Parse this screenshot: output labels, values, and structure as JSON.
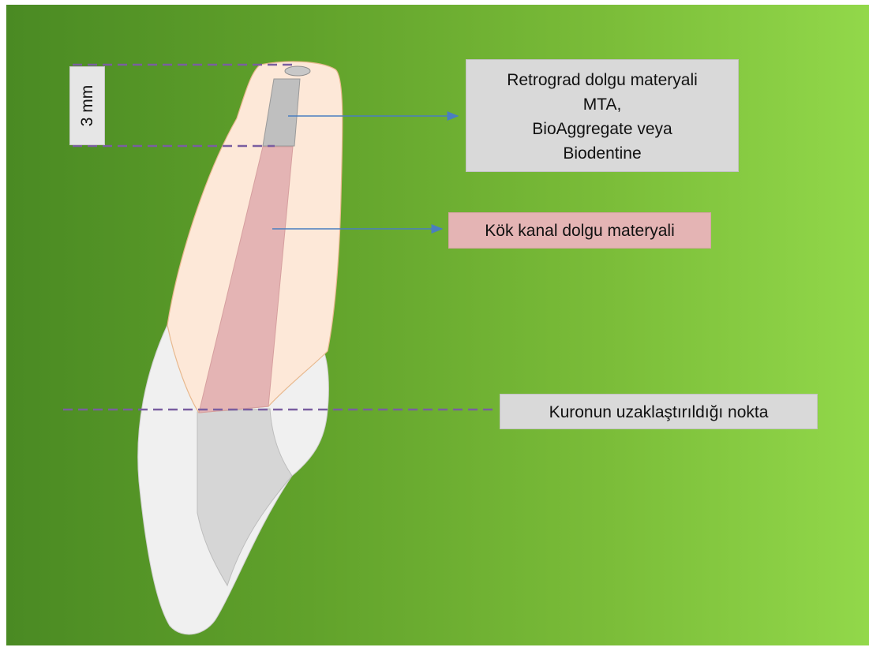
{
  "colors": {
    "background_left": "#4a8a23",
    "background_right": "#92d84a",
    "root": "#fde8d8",
    "root_outline": "#e8b98f",
    "canal_filling": "#e4b4b4",
    "retrograde_filling": "#bfbfbf",
    "crown": "#f0f0f0",
    "pulp_chamber": "#d6d6d6",
    "dashed_line": "#7a5ea0",
    "arrow": "#4a7ec0"
  },
  "labels": {
    "retrograde_lines": [
      "Retrograd dolgu materyali",
      "MTA,",
      "BioAggregate veya",
      "Biodentine"
    ],
    "root_canal": "Kök kanal dolgu materyali",
    "crown_removal": "Kuronun uzaklaştırıldığı nokta",
    "measurement": "3 mm"
  }
}
